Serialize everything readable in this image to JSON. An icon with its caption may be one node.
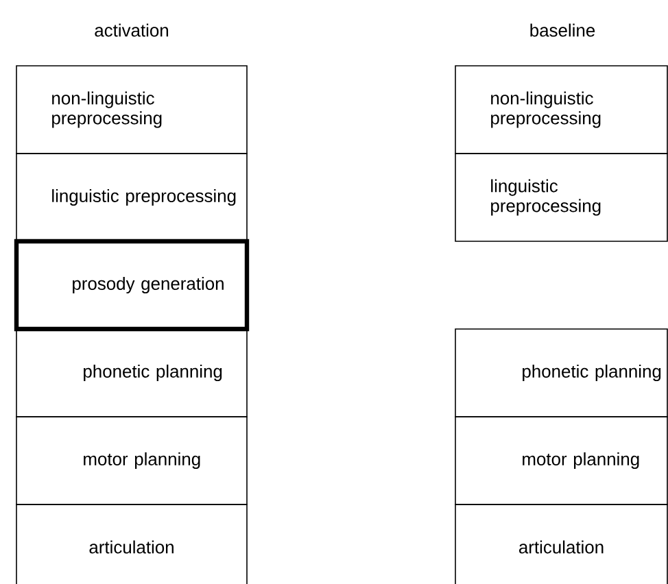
{
  "diagram": {
    "nodes": [
      {
        "text": [
          "non-linguistic preprocessing"
        ]
      },
      {
        "text": [
          "linguistic preprocessing"
        ]
      },
      {
        "text": [
          "prosody generation"
        ]
      },
      {
        "text": [
          "phonetic planning"
        ]
      },
      {
        "text": [
          "motor planning"
        ]
      },
      {
        "text": [
          "articulation"
        ]
      },
      {
        "text": [
          "non-linguistic preprocessing"
        ]
      },
      {
        "text": [
          "linguistic preprocessing"
        ]
      },
      {
        "text": [
          "phonetic planning"
        ]
      },
      {
        "text": [
          "motor planning"
        ]
      },
      {
        "text": [
          "articulation"
        ]
      }
    ],
    "labels": [
      "activation",
      "baseline"
    ]
  }
}
